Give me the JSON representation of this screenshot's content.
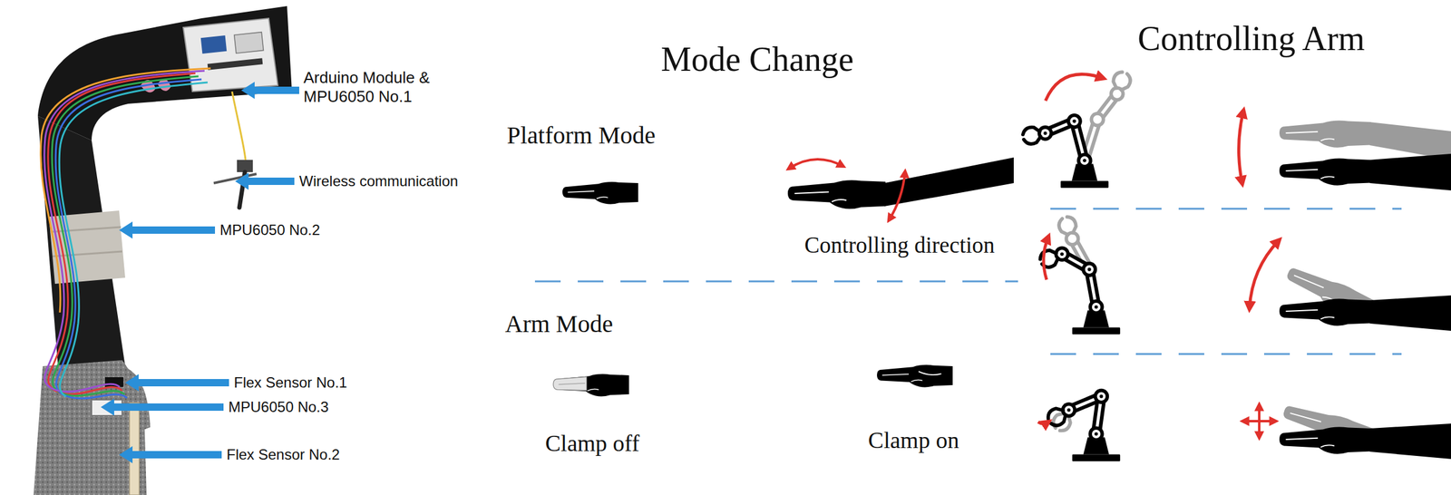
{
  "diagram": {
    "labels": [
      "Arduino Module & MPU6050 No.1",
      "Wireless communication",
      "MPU6050 No.2",
      "Flex Sensor No.1",
      "MPU6050 No.3",
      "Flex Sensor No.2",
      "Mode Change",
      "Platform Mode",
      "Controlling direction",
      "Arm Mode",
      "Clamp off",
      "Clamp on",
      "Controlling Arm"
    ]
  }
}
